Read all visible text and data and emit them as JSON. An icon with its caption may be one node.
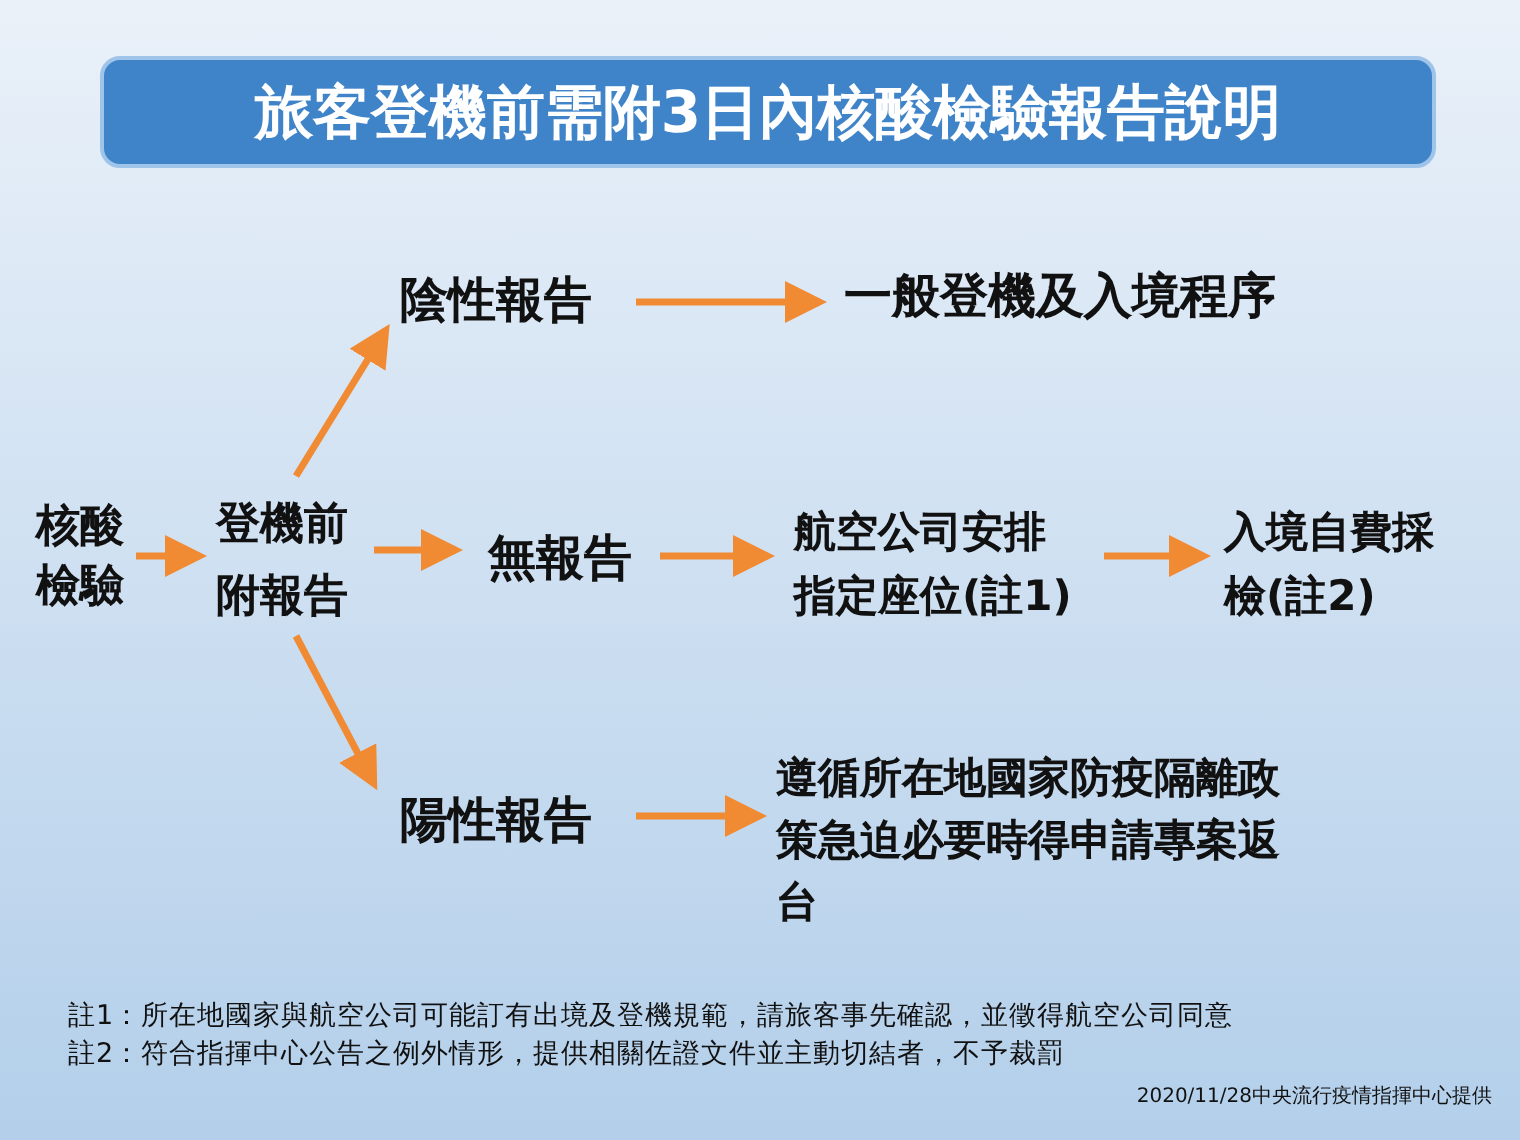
{
  "diagram": {
    "title": "旅客登機前需附3日內核酸檢驗報告說明",
    "nodes": [
      {
        "text": [
          "核酸檢驗"
        ]
      },
      {
        "text": [
          "登機前附報告"
        ]
      },
      {
        "text": [
          "陰性報告"
        ]
      },
      {
        "text": [
          "一般登機及入境程序"
        ]
      },
      {
        "text": [
          "無報告"
        ]
      },
      {
        "text": [
          "航空公司安排指定座位(註1)"
        ]
      },
      {
        "text": [
          "入境自費採檢(註2)"
        ]
      },
      {
        "text": [
          "陽性報告"
        ]
      },
      {
        "text": [
          "遵循所在地國家防疫隔離政策急迫必要時得申請專案返台"
        ]
      }
    ],
    "edges": [
      {
        "from": 0,
        "to": 1,
        "arrow": "to"
      },
      {
        "from": 1,
        "to": 2,
        "arrow": "to"
      },
      {
        "from": 1,
        "to": 4,
        "arrow": "to"
      },
      {
        "from": 1,
        "to": 7,
        "arrow": "to"
      },
      {
        "from": 2,
        "to": 3,
        "arrow": "to"
      },
      {
        "from": 4,
        "to": 5,
        "arrow": "to"
      },
      {
        "from": 5,
        "to": 6,
        "arrow": "to"
      },
      {
        "from": 7,
        "to": 8,
        "arrow": "to"
      }
    ],
    "labels": [
      "註1：所在地國家與航空公司可能訂有出境及登機規範，請旅客事先確認，並徵得航空公司同意",
      "註2：符合指揮中心公告之例外情形，提供相關佐證文件並主動切結者，不予裁罰",
      "2020/11/28中央流行疫情指揮中心提供"
    ]
  }
}
